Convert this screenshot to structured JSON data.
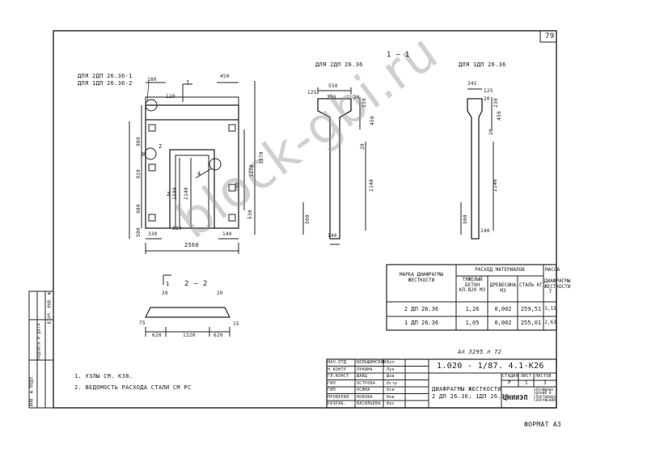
{
  "sheet": {
    "page_number": "79",
    "section_title": "1 – 1",
    "format_label": "ФОРМАТ А3"
  },
  "plan": {
    "label_line1": "ДЛЯ 2ДП 26.36-1",
    "label_line2": "ДЛЯ 1ДП 26.36-2",
    "dims": {
      "top_left": "180",
      "top_right": "450",
      "mark1": "1",
      "mark1b": "1",
      "v1": "120",
      "v2": "980",
      "v3": "920",
      "v4": "980",
      "v5": "500",
      "v6": "1580",
      "v7": "2140",
      "v8": "190",
      "v9": "1170",
      "v10": "3570",
      "v11": "530",
      "b1": "330",
      "b2": "320",
      "b3": "140",
      "width": "2560",
      "node3": "3",
      "node4": "4",
      "mark2": "2",
      "mark2b": "2"
    }
  },
  "section_2dp": {
    "label": "ДЛЯ 2ДП 26.36",
    "d1": "550",
    "d2": "125",
    "d3": "250",
    "d4": "20",
    "d5": "230",
    "d6": "450",
    "d7": "20",
    "d8": "2140",
    "d9": "500",
    "d10": "140"
  },
  "section_1dp": {
    "label": "ДЛЯ 1ДП 26.36",
    "d1": "345",
    "d2": "125",
    "d3": "20",
    "d4": "230",
    "d5": "450",
    "d6": "20",
    "d7": "2140",
    "d8": "500",
    "d9": "140"
  },
  "section22": {
    "title": "2 – 2",
    "d1": "20",
    "d2": "20",
    "d3": "75",
    "d4": "620",
    "d5": "1320",
    "d6": "620",
    "d7": "15"
  },
  "materials_table": {
    "h_mark": "МАРКА ДИАФРАГМЫ ЖЕСТКОСТИ",
    "h_materials": "РАСХОД МАТЕРИАЛОВ",
    "h_mass": "МАССА",
    "h_concrete": "ТЯЖЕЛЫЙ БЕТОН КЛ.В20 М3",
    "h_wood": "ДРЕВЕСИНА М3",
    "h_steel": "СТАЛЬ КГ",
    "h_mass_sub": "ДИАФРАГМЫ ЖЕСТКОСТИ Т",
    "rows": [
      {
        "mark": "2 ДП 26.36",
        "concrete": "1,26",
        "wood": "0,002",
        "steel": "259,51",
        "mass": "3,15"
      },
      {
        "mark": "1 ДП 26.36",
        "concrete": "1,05",
        "wood": "0,002",
        "steel": "255,01",
        "mass": "2,63"
      }
    ]
  },
  "notes": [
    "1. УЗЛЫ СМ. К38.",
    "2. ВЕДОМОСТЬ РАСХОДА СТАЛИ СМ РС"
  ],
  "inventory_number": "Ал 3295 л 72",
  "title_block": {
    "code": "1.020 - 1/87. 4.1-К26",
    "name_line1": "ДИАФРАГМЫ ЖЕСТКОСТИ",
    "name_line2": "2 ДП 26.36; 1ДП 26.36",
    "stage_h": "СТАДИЯ",
    "sheet_h": "ЛИСТ",
    "sheets_h": "ЛИСТОВ",
    "stage_v": "Р",
    "sheet_v": "1",
    "sheets_v": "3",
    "org_logo": "ЦНИИЭП",
    "org_text": "ЗРЕЛИЩНЫХ ЗДАНИЙ И СПОРТИВНЫХ СООРУЖЕНИЙ",
    "staff": [
      {
        "role": "НАЧ.ОТД",
        "name": "БОЛЬШИНСКИЙ",
        "sign": "Бол"
      },
      {
        "role": "Н.КОНТР",
        "name": "ЛУКИНА",
        "sign": "Лук"
      },
      {
        "role": "ГЛ.КОНСТ",
        "name": "ШАВЦ",
        "sign": "Шав"
      },
      {
        "role": "ГИП",
        "name": "ОСТРОВА",
        "sign": "Остр"
      },
      {
        "role": "ГИП",
        "name": "ОСИНА",
        "sign": "Оси"
      },
      {
        "role": "ПРОВЕРИЛ",
        "name": "НОВОВА",
        "sign": "Нов"
      },
      {
        "role": "РАЗРАБ.",
        "name": "ВАСИЛЬЕВА",
        "sign": "Вас"
      }
    ]
  },
  "side_stamp": {
    "c1": "ИНВ. № ПОДЛ.",
    "c2": "ПОДПИСЬ И ДАТА",
    "c3": "ВЗАМ. ИНВ. №"
  },
  "watermark": "block-gbi.ru"
}
